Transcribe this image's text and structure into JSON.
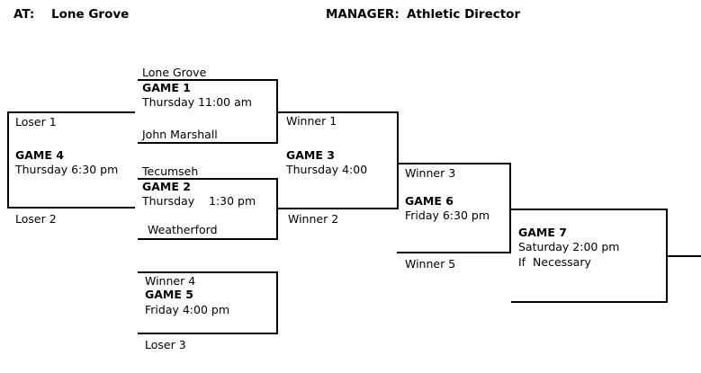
{
  "header": {
    "at_label": "AT:",
    "at_value": "Lone Grove",
    "manager_label": "MANAGER:",
    "manager_value": "Athletic Director"
  },
  "games": {
    "game1": {
      "title": "GAME 1",
      "schedule": "Thursday 11:00 am",
      "top_label": "Lone Grove",
      "bottom_label": "John Marshall"
    },
    "game2": {
      "title": "GAME 2",
      "schedule": "Thursday    1:30 pm",
      "top_label": "Tecumseh",
      "bottom_label": "Weatherford"
    },
    "game3": {
      "title": "GAME 3",
      "schedule": "Thursday 4:00",
      "top_label": "Winner 1",
      "bottom_label": "Winner 2"
    },
    "game4": {
      "title": "GAME 4",
      "schedule": "Thursday 6:30 pm",
      "top_label": "Loser 1",
      "bottom_label": "Loser 2"
    },
    "game5": {
      "title": "GAME 5",
      "schedule": "Friday 4:00 pm",
      "top_label": "Winner 4",
      "bottom_label": "Loser 3"
    },
    "game6": {
      "title": "GAME 6",
      "schedule": "Friday 6:30 pm",
      "top_label": "Winner 3",
      "bottom_label": "Winner 5"
    },
    "game7": {
      "title": "GAME 7",
      "schedule": "Saturday 2:00 pm",
      "note": "If  Necessary"
    }
  },
  "colors": {
    "line": "#000000",
    "text": "#000000",
    "background": "#ffffff"
  }
}
